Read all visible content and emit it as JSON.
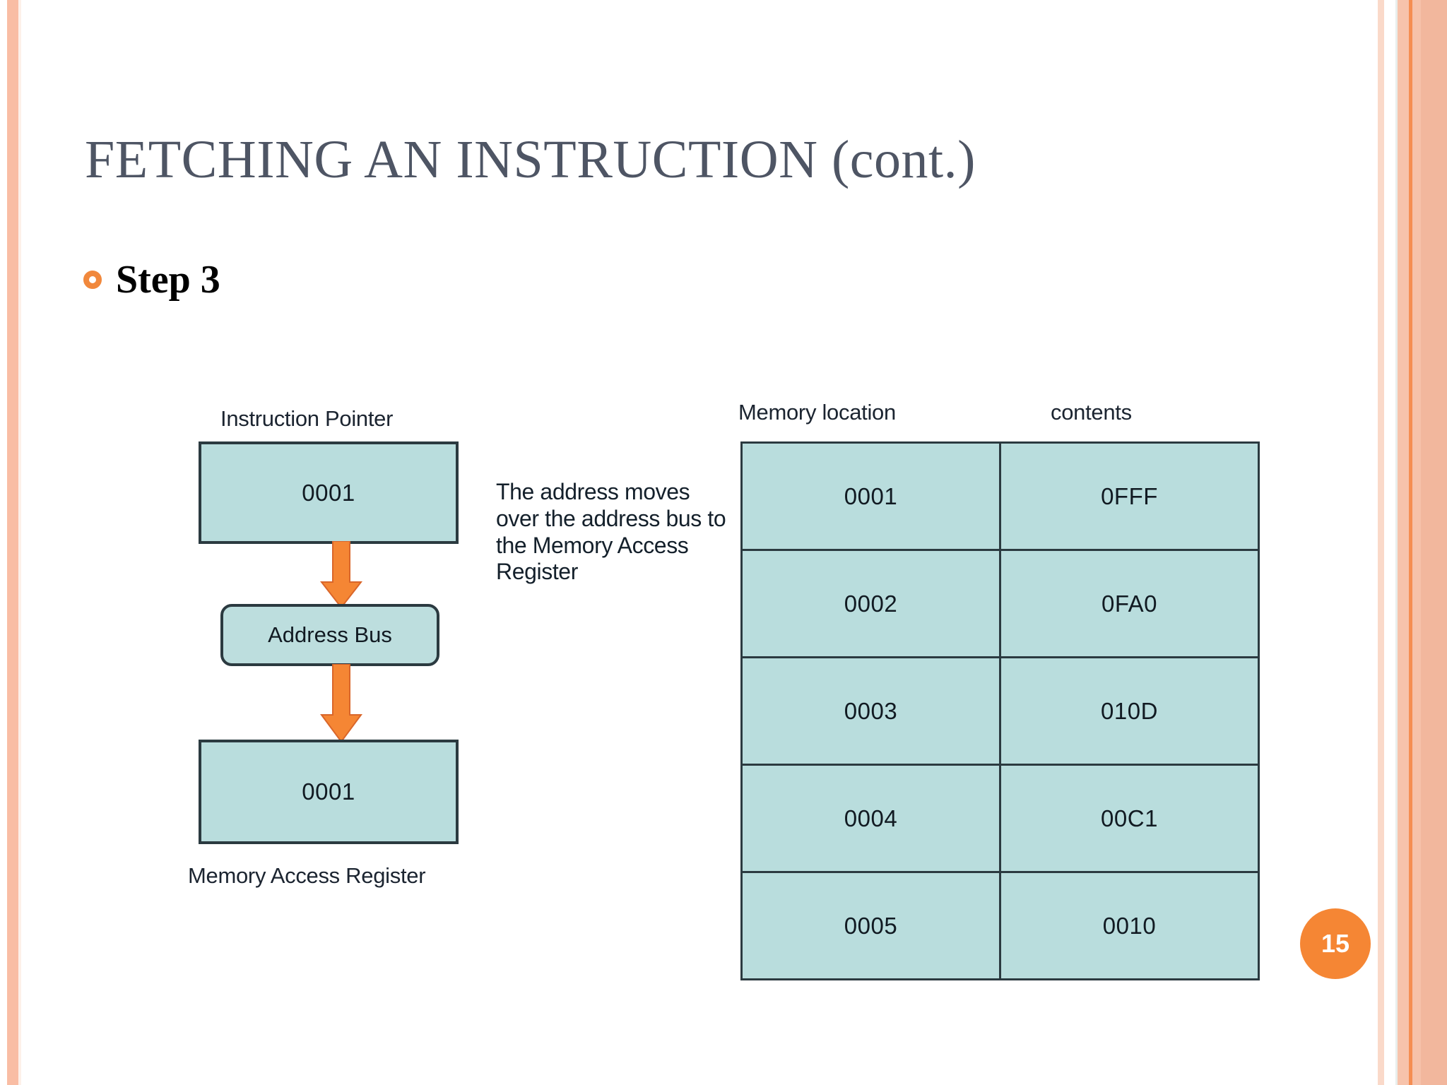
{
  "slide": {
    "title_main": "FETCHING AN INSTRUCTION",
    "title_suffix": " (cont.)",
    "page_number": "15",
    "accent_color": "#f58634",
    "box_fill_color": "#b9dddd",
    "box_border_color": "#2b3a40",
    "title_color": "#4e5564"
  },
  "bullet": {
    "marker": "hollow-circle-bullet",
    "label": "Step 3"
  },
  "diagram": {
    "instruction_pointer_label": "Instruction Pointer",
    "instruction_pointer_value": "0001",
    "address_bus_label": "Address Bus",
    "memory_access_register_value": "0001",
    "memory_access_register_label": "Memory Access Register",
    "explanation": "The address moves over the address bus to the Memory Access Register",
    "arrow_1": "down-arrow-icon",
    "arrow_2": "down-arrow-icon"
  },
  "memory_table": {
    "headers": [
      "Memory location",
      "contents"
    ],
    "rows": [
      {
        "location": "0001",
        "contents": "0FFF"
      },
      {
        "location": "0002",
        "contents": "0FA0"
      },
      {
        "location": "0003",
        "contents": "010D"
      },
      {
        "location": "0004",
        "contents": "00C1"
      },
      {
        "location": "0005",
        "contents": "0010"
      }
    ]
  }
}
